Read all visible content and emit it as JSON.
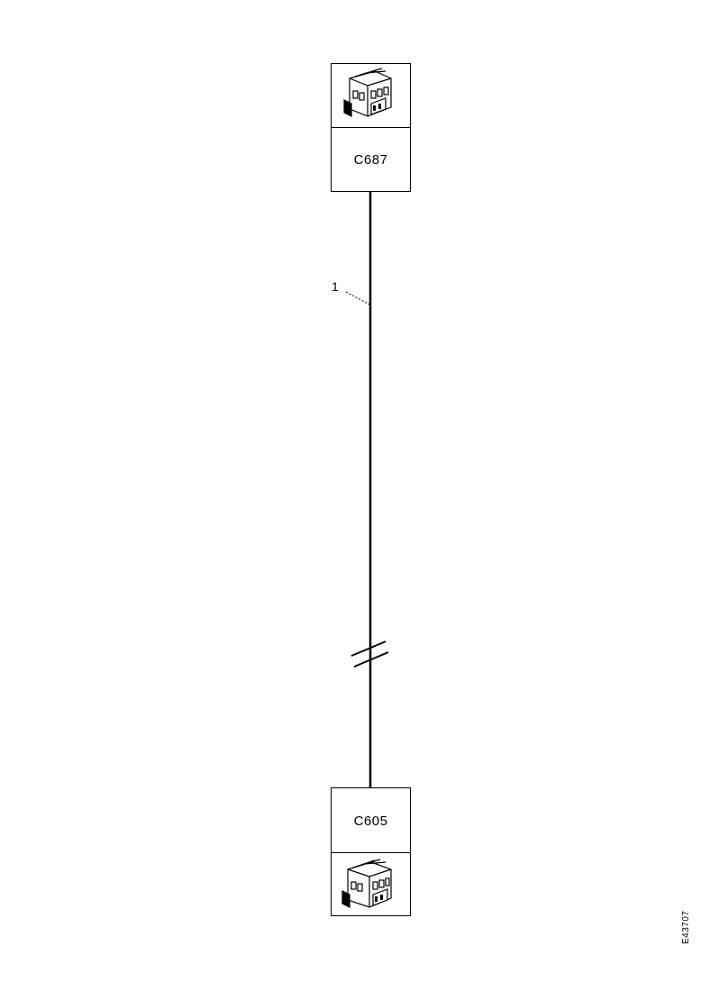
{
  "connectors": {
    "top": {
      "label": "C687",
      "icon": "connector-icon"
    },
    "bottom": {
      "label": "C605",
      "icon": "connector-icon"
    }
  },
  "wire": {
    "callout": "1"
  },
  "drawing_id": "E43707"
}
